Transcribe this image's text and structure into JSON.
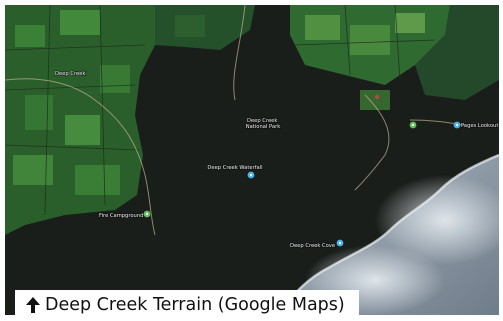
{
  "map": {
    "labels": {
      "deep_creek": "Deep Creek",
      "national_park": "Deep Creek\nNational Park",
      "waterfall": "Deep Creek Waterfall",
      "pages_lookout": "Pages Lookout",
      "campground": "Fire Campground",
      "cove": "Deep Creek Cove"
    },
    "pins": {
      "waterfall": "location-pin-icon",
      "pages_lookout": "location-pin-icon",
      "cove": "location-pin-icon",
      "campground": "campground-pin-icon",
      "green_marker": "park-pin-icon"
    },
    "colors": {
      "pin_blue": "#47b3e6",
      "pin_green": "#5fbf5a",
      "forest": "#1b1f1c",
      "farmland": "#2d6b2e",
      "sea": "#9aa7b3"
    }
  },
  "caption": {
    "arrow_icon": "arrow-up-icon",
    "text": "Deep Creek Terrain (Google Maps)"
  }
}
